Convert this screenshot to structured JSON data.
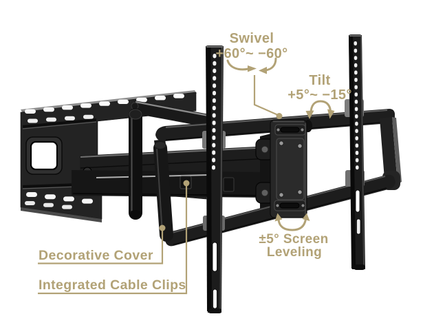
{
  "page": {
    "background_color": "#ffffff",
    "accent_color": "#b2a276",
    "subject": "full-motion TV wall mount annotated diagram"
  },
  "annotations": {
    "swivel": {
      "title": "Swivel",
      "range": "+60°~ −60°"
    },
    "tilt": {
      "title": "Tilt",
      "range": "+5°~ −15°"
    },
    "screen_leveling": {
      "line1": "±5° Screen",
      "line2": "Leveling"
    },
    "decorative_cover": {
      "label": "Decorative Cover"
    },
    "cable_clips": {
      "label": "Integrated Cable Clips"
    }
  },
  "icons": {
    "swivel": "swivel-rotate-arrows-icon",
    "tilt": "tilt-curved-arrow-icon",
    "leveling": "leveling-curved-arrow-icon"
  }
}
